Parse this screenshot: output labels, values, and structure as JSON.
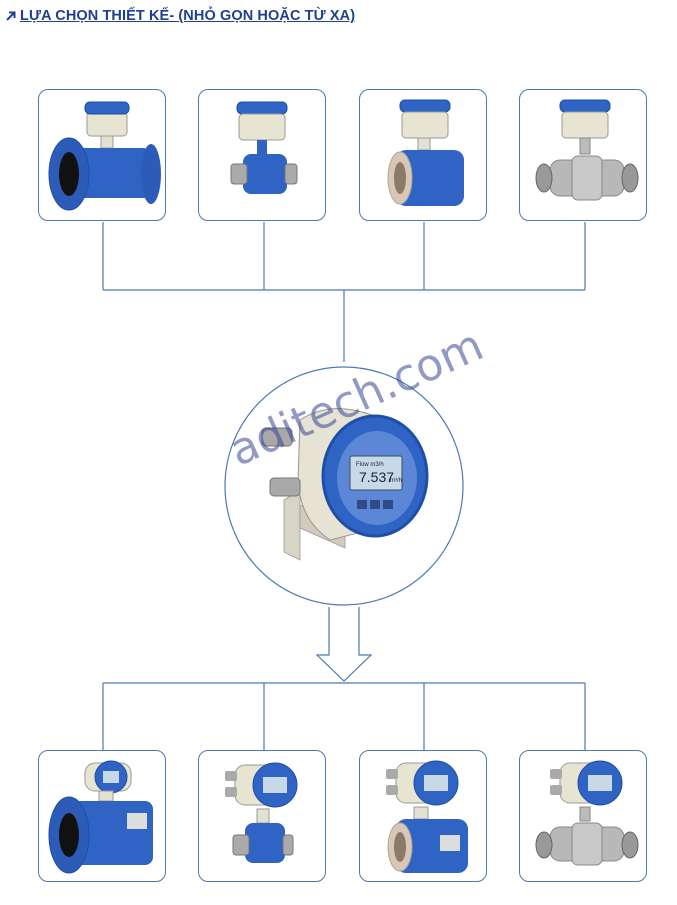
{
  "header": {
    "title": "LỰA CHỌN THIẾT KẾ- (NHỎ GỌN HOẶC TỪ XA)",
    "arrow_icon": "arrow-up-right-icon"
  },
  "converter": {
    "display_value": "7.537",
    "display_unit": "m³/h",
    "display_small": "Flow m3/h"
  },
  "watermark": "aditech.com",
  "colors": {
    "accent_blue": "#2f63c4",
    "border_blue": "#4a7ab0",
    "title_blue": "#1f3f8f",
    "housing_beige": "#e8e4d2",
    "steel": "#b8b8b8"
  }
}
